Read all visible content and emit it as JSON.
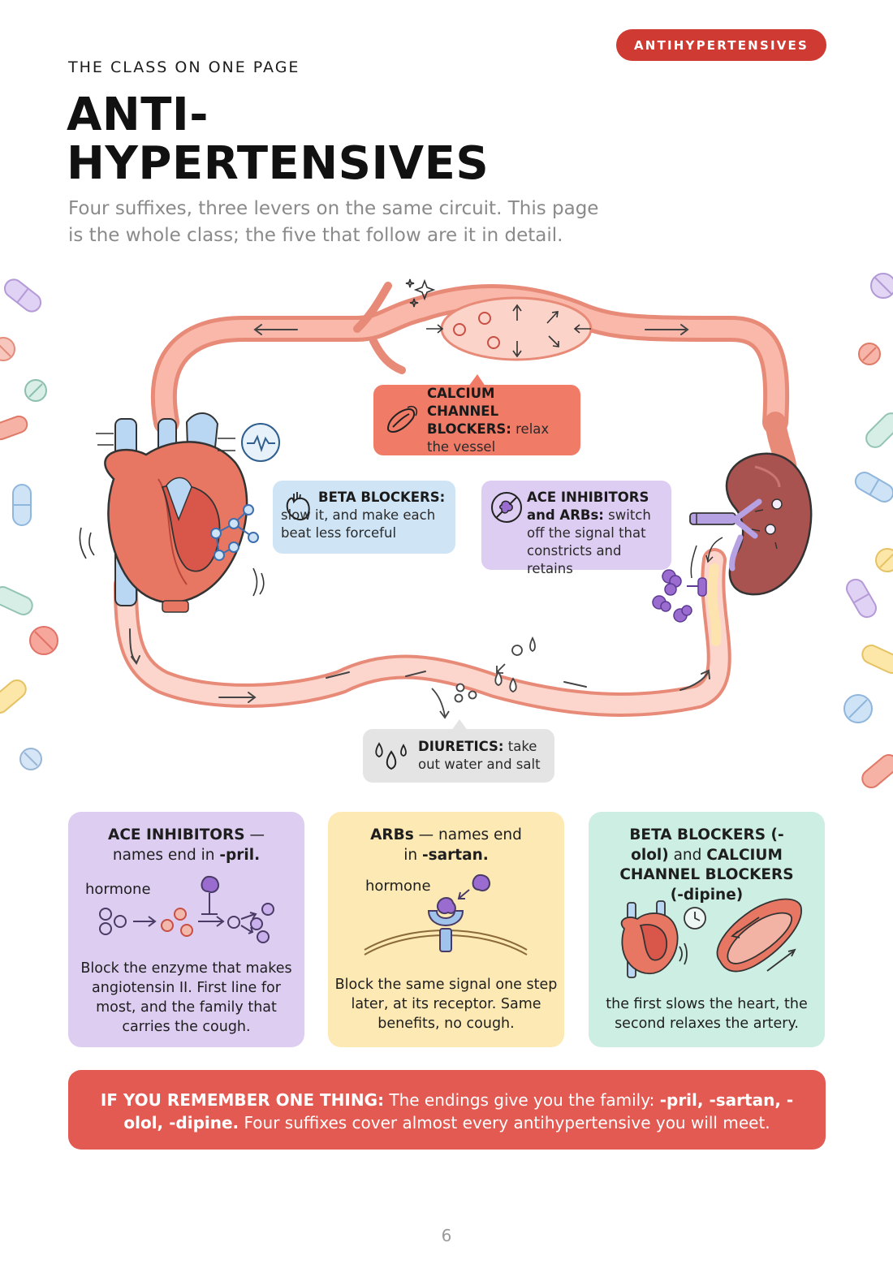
{
  "badge": "ANTIHYPERTENSIVES",
  "eyebrow": "THE CLASS ON ONE PAGE",
  "title_line1": "ANTI-",
  "title_line2": "HYPERTENSIVES",
  "subtitle_line1": "Four suffixes, three levers on the same circuit. This page",
  "subtitle_line2": "is the whole class; the five that follow are it in detail.",
  "callouts": {
    "calcium": {
      "bold": "CALCIUM CHANNEL BLOCKERS:",
      "text": " relax the vessel",
      "icon": "artery-icon"
    },
    "beta": {
      "bold": "BETA BLOCKERS:",
      "text": " slow it, and make each beat less forceful",
      "icon": "heart-outline-icon"
    },
    "ace": {
      "bold": "ACE INHIBITORS and ARBs:",
      "text": " switch off the signal that constricts and retains",
      "icon": "blocked-signal-icon"
    },
    "diuretics": {
      "bold": "DIURETICS:",
      "text": " take out water and salt",
      "icon": "water-drops-icon"
    }
  },
  "cards": {
    "ace": {
      "head_bold": "ACE INHIBITORS",
      "head_rest": " — names end in ",
      "head_suffix": "-pril.",
      "hormone": "hormone",
      "body": "Block the enzyme that makes angiotensin II. First line for most, and the family that carries the cough."
    },
    "arb": {
      "head_bold": "ARBs",
      "head_rest": " — names end in ",
      "head_suffix": "-sartan.",
      "hormone": "hormone",
      "body": "Block the same signal one step later, at its receptor. Same benefits, no cough."
    },
    "bcc": {
      "head_b1": "BETA BLOCKERS (-olol)",
      "head_and": " and ",
      "head_b2": "CALCIUM CHANNEL BLOCKERS (-dipine)",
      "body": "the first slows the heart, the second relaxes the artery."
    }
  },
  "remember": {
    "lead": "IF YOU REMEMBER ONE THING:",
    "t1": " The endings give you the family: ",
    "s1": "-pril, -sartan, -olol, -dipine.",
    "t2": " Four suffixes cover almost every antihypertensive you will meet."
  },
  "page_number": "6",
  "colors": {
    "accent_red": "#cf3a33",
    "vessel": "#f0907e",
    "calcium": "#f07b67",
    "beta": "#cfe5f6",
    "ace": "#ddcdf2",
    "arb": "#fde9b4",
    "bcc": "#cdeee3",
    "remember": "#e25a52"
  }
}
